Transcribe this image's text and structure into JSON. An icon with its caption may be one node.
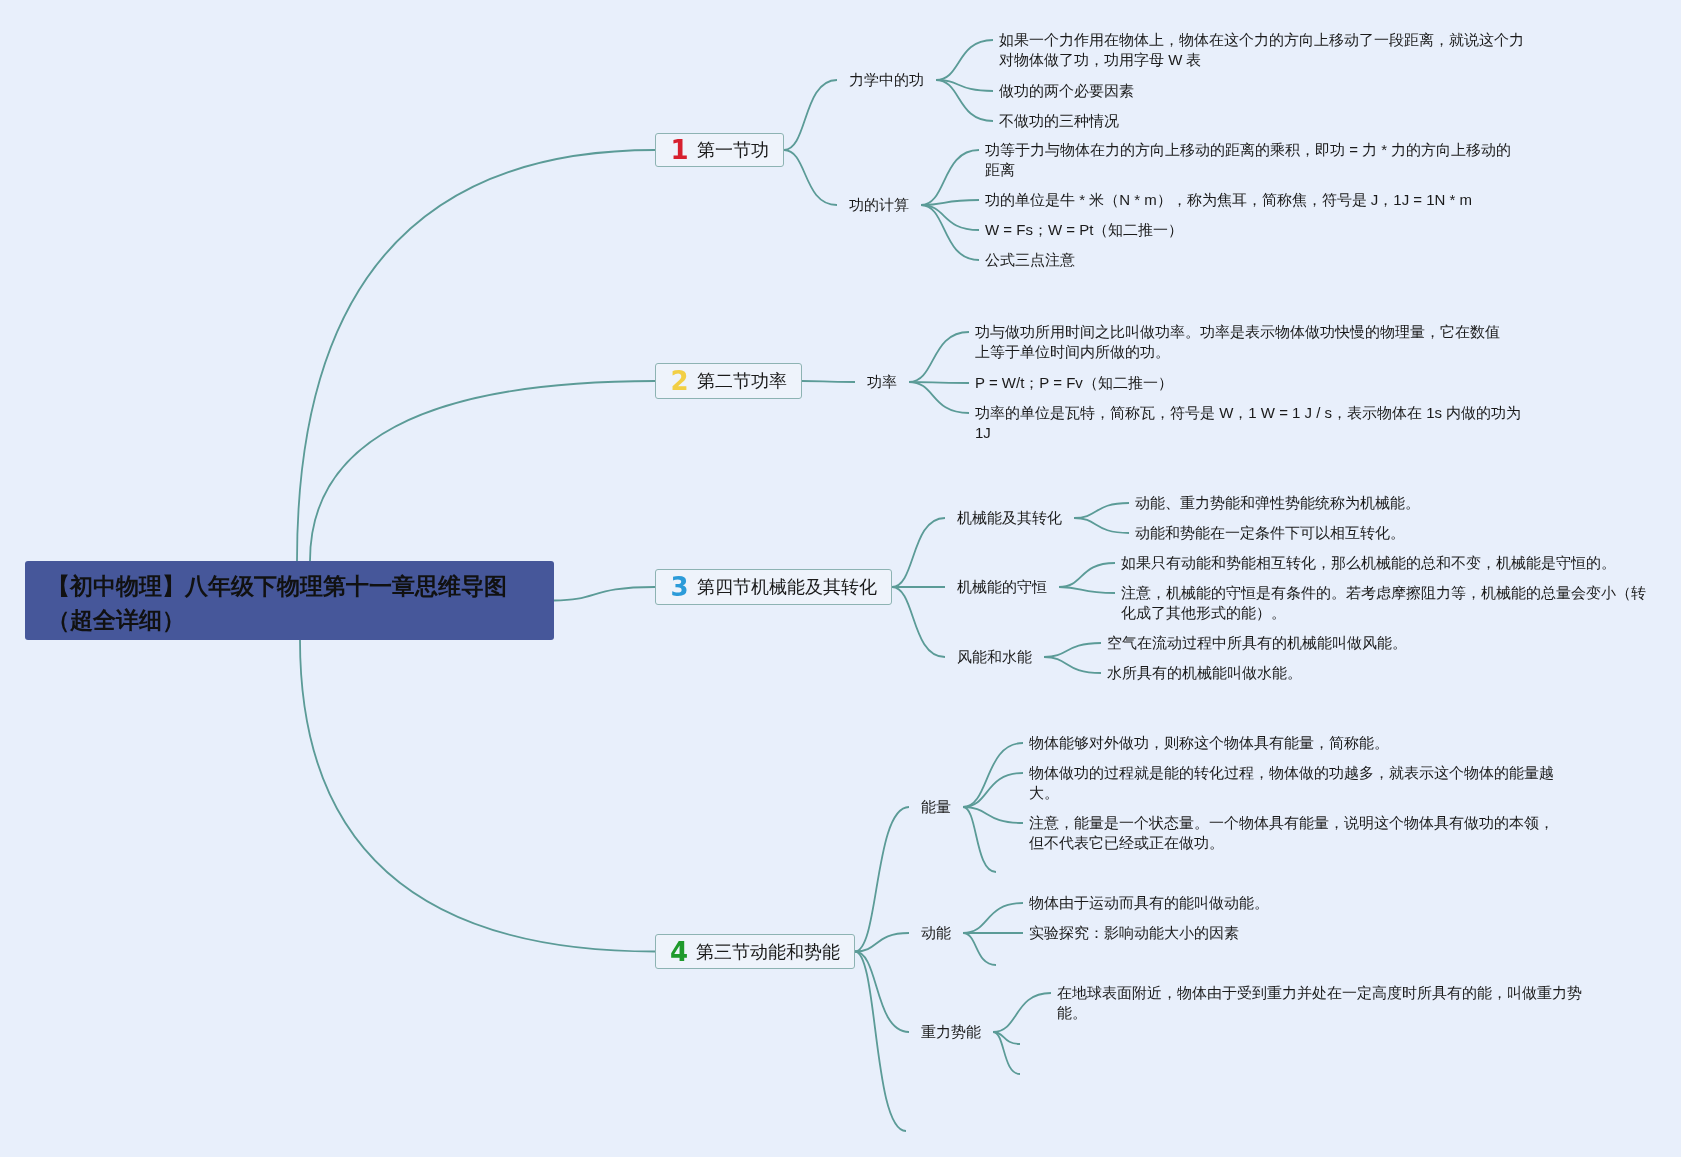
{
  "diagram": {
    "nodes": [
      {
        "text": [
          "【初中物理】八年级下物理第十一章思维导图（超全详细）"
        ]
      },
      {
        "text": [
          "1",
          "第一节功"
        ]
      },
      {
        "text": [
          "力学中的功"
        ]
      },
      {
        "text": [
          "如果一个力作用在物体上，物体在这个力的方向上移动了一段距离，就说这个力对物体做了功，功用字母 W 表"
        ]
      },
      {
        "text": [
          "做功的两个必要因素"
        ]
      },
      {
        "text": [
          "不做功的三种情况"
        ]
      },
      {
        "text": [
          "功的计算"
        ]
      },
      {
        "text": [
          "功等于力与物体在力的方向上移动的距离的乘积，即功 = 力 * 力的方向上移动的距离"
        ]
      },
      {
        "text": [
          "功的单位是牛 * 米（N * m），称为焦耳，简称焦，符号是 J，1J = 1N * m"
        ]
      },
      {
        "text": [
          "W = Fs；W = Pt（知二推一）"
        ]
      },
      {
        "text": [
          "公式三点注意"
        ]
      },
      {
        "text": [
          "2",
          "第二节功率"
        ]
      },
      {
        "text": [
          "功率"
        ]
      },
      {
        "text": [
          "功与做功所用时间之比叫做功率。功率是表示物体做功快慢的物理量，它在数值上等于单位时间内所做的功。"
        ]
      },
      {
        "text": [
          "P = W/t；P = Fv（知二推一）"
        ]
      },
      {
        "text": [
          "功率的单位是瓦特，简称瓦，符号是 W，1 W = 1 J / s，表示物体在 1s 内做的功为 1J"
        ]
      },
      {
        "text": [
          "3",
          "第四节机械能及其转化"
        ]
      },
      {
        "text": [
          "机械能及其转化"
        ]
      },
      {
        "text": [
          "动能、重力势能和弹性势能统称为机械能。"
        ]
      },
      {
        "text": [
          "动能和势能在一定条件下可以相互转化。"
        ]
      },
      {
        "text": [
          "机械能的守恒"
        ]
      },
      {
        "text": [
          "如果只有动能和势能相互转化，那么机械能的总和不变，机械能是守恒的。"
        ]
      },
      {
        "text": [
          "注意，机械能的守恒是有条件的。若考虑摩擦阻力等，机械能的总量会变小（转化成了其他形式的能）。"
        ]
      },
      {
        "text": [
          "风能和水能"
        ]
      },
      {
        "text": [
          "空气在流动过程中所具有的机械能叫做风能。"
        ]
      },
      {
        "text": [
          "水所具有的机械能叫做水能。"
        ]
      },
      {
        "text": [
          "4",
          "第三节动能和势能"
        ]
      },
      {
        "text": [
          "能量"
        ]
      },
      {
        "text": [
          "物体能够对外做功，则称这个物体具有能量，简称能。"
        ]
      },
      {
        "text": [
          "物体做功的过程就是能的转化过程，物体做的功越多，就表示这个物体的能量越大。"
        ]
      },
      {
        "text": [
          "注意，能量是一个状态量。一个物体具有能量，说明这个物体具有做功的本领，但不代表它已经或正在做功。"
        ]
      },
      {
        "text": [
          "动能"
        ]
      },
      {
        "text": [
          "物体由于运动而具有的能叫做动能。"
        ]
      },
      {
        "text": [
          "实验探究：影响动能大小的因素"
        ]
      },
      {
        "text": [
          "重力势能"
        ]
      },
      {
        "text": [
          "在地球表面附近，物体由于受到重力并处在一定高度时所具有的能，叫做重力势能。"
        ]
      }
    ],
    "edges": [
      {
        "from": 0,
        "to": 1,
        "arrow": "none"
      },
      {
        "from": 1,
        "to": 2,
        "arrow": "none"
      },
      {
        "from": 2,
        "to": 3,
        "arrow": "none"
      },
      {
        "from": 2,
        "to": 4,
        "arrow": "none"
      },
      {
        "from": 2,
        "to": 5,
        "arrow": "none"
      },
      {
        "from": 1,
        "to": 6,
        "arrow": "none"
      },
      {
        "from": 6,
        "to": 7,
        "arrow": "none"
      },
      {
        "from": 6,
        "to": 8,
        "arrow": "none"
      },
      {
        "from": 6,
        "to": 9,
        "arrow": "none"
      },
      {
        "from": 6,
        "to": 10,
        "arrow": "none"
      },
      {
        "from": 0,
        "to": 11,
        "arrow": "none"
      },
      {
        "from": 11,
        "to": 12,
        "arrow": "none"
      },
      {
        "from": 12,
        "to": 13,
        "arrow": "none"
      },
      {
        "from": 12,
        "to": 14,
        "arrow": "none"
      },
      {
        "from": 12,
        "to": 15,
        "arrow": "none"
      },
      {
        "from": 0,
        "to": 16,
        "arrow": "none"
      },
      {
        "from": 16,
        "to": 17,
        "arrow": "none"
      },
      {
        "from": 17,
        "to": 18,
        "arrow": "none"
      },
      {
        "from": 17,
        "to": 19,
        "arrow": "none"
      },
      {
        "from": 16,
        "to": 20,
        "arrow": "none"
      },
      {
        "from": 20,
        "to": 21,
        "arrow": "none"
      },
      {
        "from": 20,
        "to": 22,
        "arrow": "none"
      },
      {
        "from": 16,
        "to": 23,
        "arrow": "none"
      },
      {
        "from": 23,
        "to": 24,
        "arrow": "none"
      },
      {
        "from": 23,
        "to": 25,
        "arrow": "none"
      },
      {
        "from": 0,
        "to": 26,
        "arrow": "none"
      },
      {
        "from": 26,
        "to": 27,
        "arrow": "none"
      },
      {
        "from": 27,
        "to": 28,
        "arrow": "none"
      },
      {
        "from": 27,
        "to": 29,
        "arrow": "none"
      },
      {
        "from": 27,
        "to": 30,
        "arrow": "none"
      },
      {
        "from": 27,
        "to": null,
        "arrow": "none"
      },
      {
        "from": 26,
        "to": 31,
        "arrow": "none"
      },
      {
        "from": 31,
        "to": 32,
        "arrow": "none"
      },
      {
        "from": 31,
        "to": 33,
        "arrow": "none"
      },
      {
        "from": 31,
        "to": null,
        "arrow": "none"
      },
      {
        "from": 26,
        "to": 34,
        "arrow": "none"
      },
      {
        "from": 34,
        "to": 35,
        "arrow": "none"
      },
      {
        "from": 34,
        "to": null,
        "arrow": "none"
      },
      {
        "from": 34,
        "to": null,
        "arrow": "none"
      },
      {
        "from": 26,
        "to": null,
        "arrow": "none"
      }
    ]
  }
}
